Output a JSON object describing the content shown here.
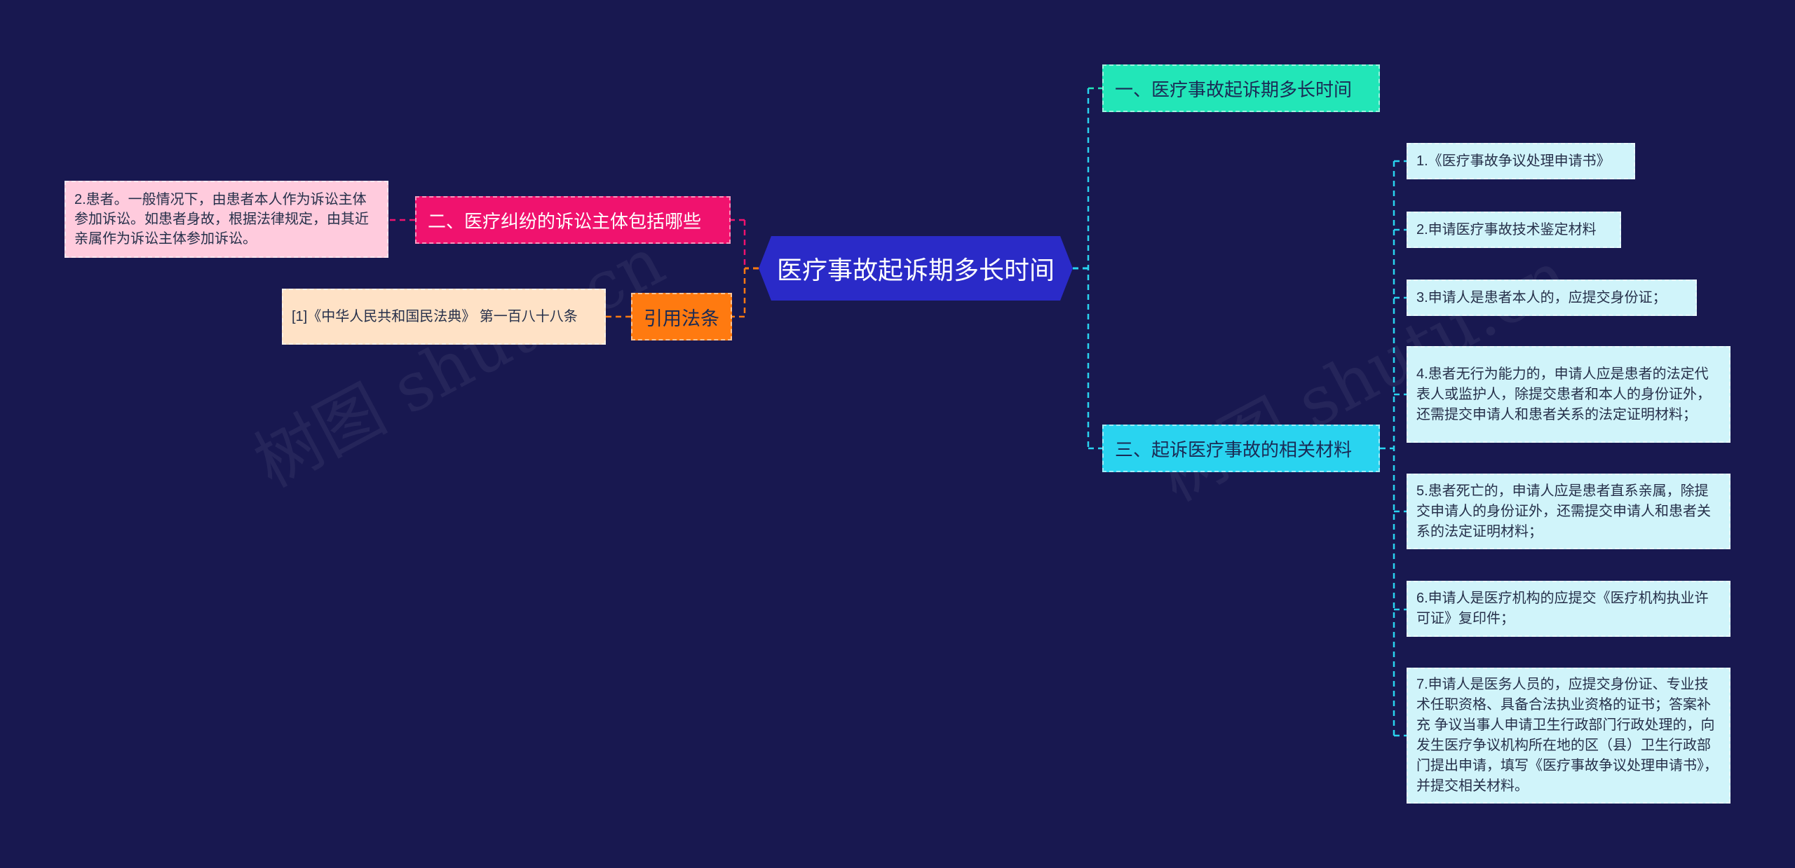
{
  "root": {
    "label": "医疗事故起诉期多长时间"
  },
  "branches": {
    "one": {
      "label": "一、医疗事故起诉期多长时间"
    },
    "two": {
      "label": "二、医疗纠纷的诉讼主体包括哪些"
    },
    "three": {
      "label": "三、起诉医疗事故的相关材料"
    },
    "law": {
      "label": "引用法条"
    }
  },
  "leaves": {
    "two_patient": "2.患者。一般情况下，由患者本人作为诉讼主体参加诉讼。如患者身故，根据法律规定，由其近亲属作为诉讼主体参加诉讼。",
    "law_ref": "[1]《中华人民共和国民法典》 第一百八十八条",
    "materials": [
      "1.《医疗事故争议处理申请书》",
      "2.申请医疗事故技术鉴定材料",
      "3.申请人是患者本人的，应提交身份证；",
      "4.患者无行为能力的，申请人应是患者的法定代表人或监护人，除提交患者和本人的身份证外，还需提交申请人和患者关系的法定证明材料；",
      "5.患者死亡的，申请人应是患者直系亲属，除提交申请人的身份证外，还需提交申请人和患者关系的法定证明材料；",
      "6.申请人是医疗机构的应提交《医疗机构执业许可证》复印件；",
      "7.申请人是医务人员的，应提交身份证、专业技术任职资格、具备合法执业资格的证书；答案补充 争议当事人申请卫生行政部门行政处理的，向发生医疗争议机构所在地的区（县）卫生行政部门提出申请，填写《医疗事故争议处理申请书》，并提交相关材料。"
    ]
  },
  "watermark": "树图 shutu.cn",
  "colors": {
    "background": "#181850",
    "root": "#2a2ac8",
    "branch_one": "#22e6b8",
    "branch_two": "#f0126e",
    "branch_three": "#29d4f0",
    "branch_law": "#ff7a10",
    "leaf_cyan": "#d0f4fa",
    "leaf_pink": "#ffcbdd",
    "leaf_peach": "#ffe2c6"
  }
}
